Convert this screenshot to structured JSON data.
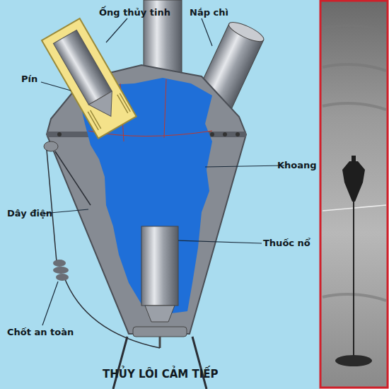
{
  "diagram": {
    "title": "THỦY LÔI CẢM TIẾP",
    "labels": [
      "Ống thủy tinh",
      "Nắp chì",
      "Pín",
      "Khoang",
      "Dây điện",
      "Thuốc nổ",
      "Chốt an toàn"
    ]
  }
}
